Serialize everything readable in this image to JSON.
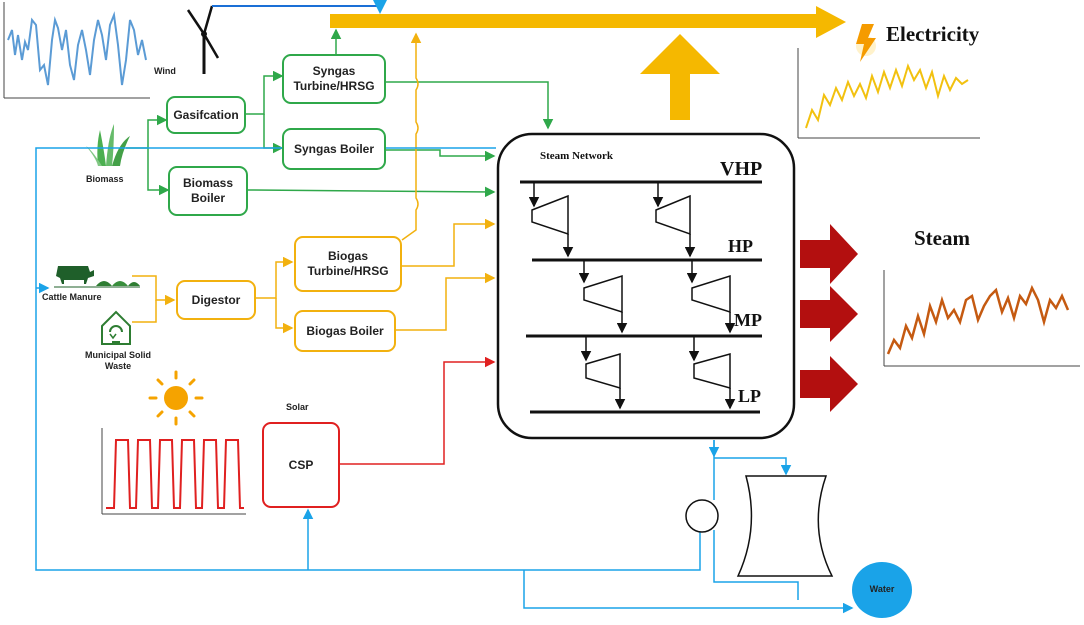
{
  "diagram": {
    "sources": {
      "wind": "Wind",
      "biomass": "Biomass",
      "cattle_manure": "Cattle Manure",
      "municipal_waste": "Municipal Solid Waste",
      "solar": "Solar",
      "water": "Water"
    },
    "units": {
      "gasification": "Gasifcation",
      "syngas_turbine": "Syngas Turbine/HRSG",
      "syngas_boiler": "Syngas Boiler",
      "biomass_boiler": "Biomass Boiler",
      "digestor": "Digestor",
      "biogas_turbine": "Biogas Turbine/HRSG",
      "biogas_boiler": "Biogas Boiler",
      "csp": "CSP"
    },
    "steam_network": {
      "title": "Steam Network",
      "headers": [
        "VHP",
        "HP",
        "MP",
        "LP"
      ]
    },
    "products": {
      "electricity": "Electricity",
      "steam": "Steam"
    },
    "colors": {
      "green": "#2fa84a",
      "yellow": "#f2b10f",
      "red": "#e02020",
      "dark_red": "#b30f0f",
      "blue": "#1aa3e8",
      "wind_line": "#5b9bd5",
      "steam_line": "#c55a11"
    }
  }
}
